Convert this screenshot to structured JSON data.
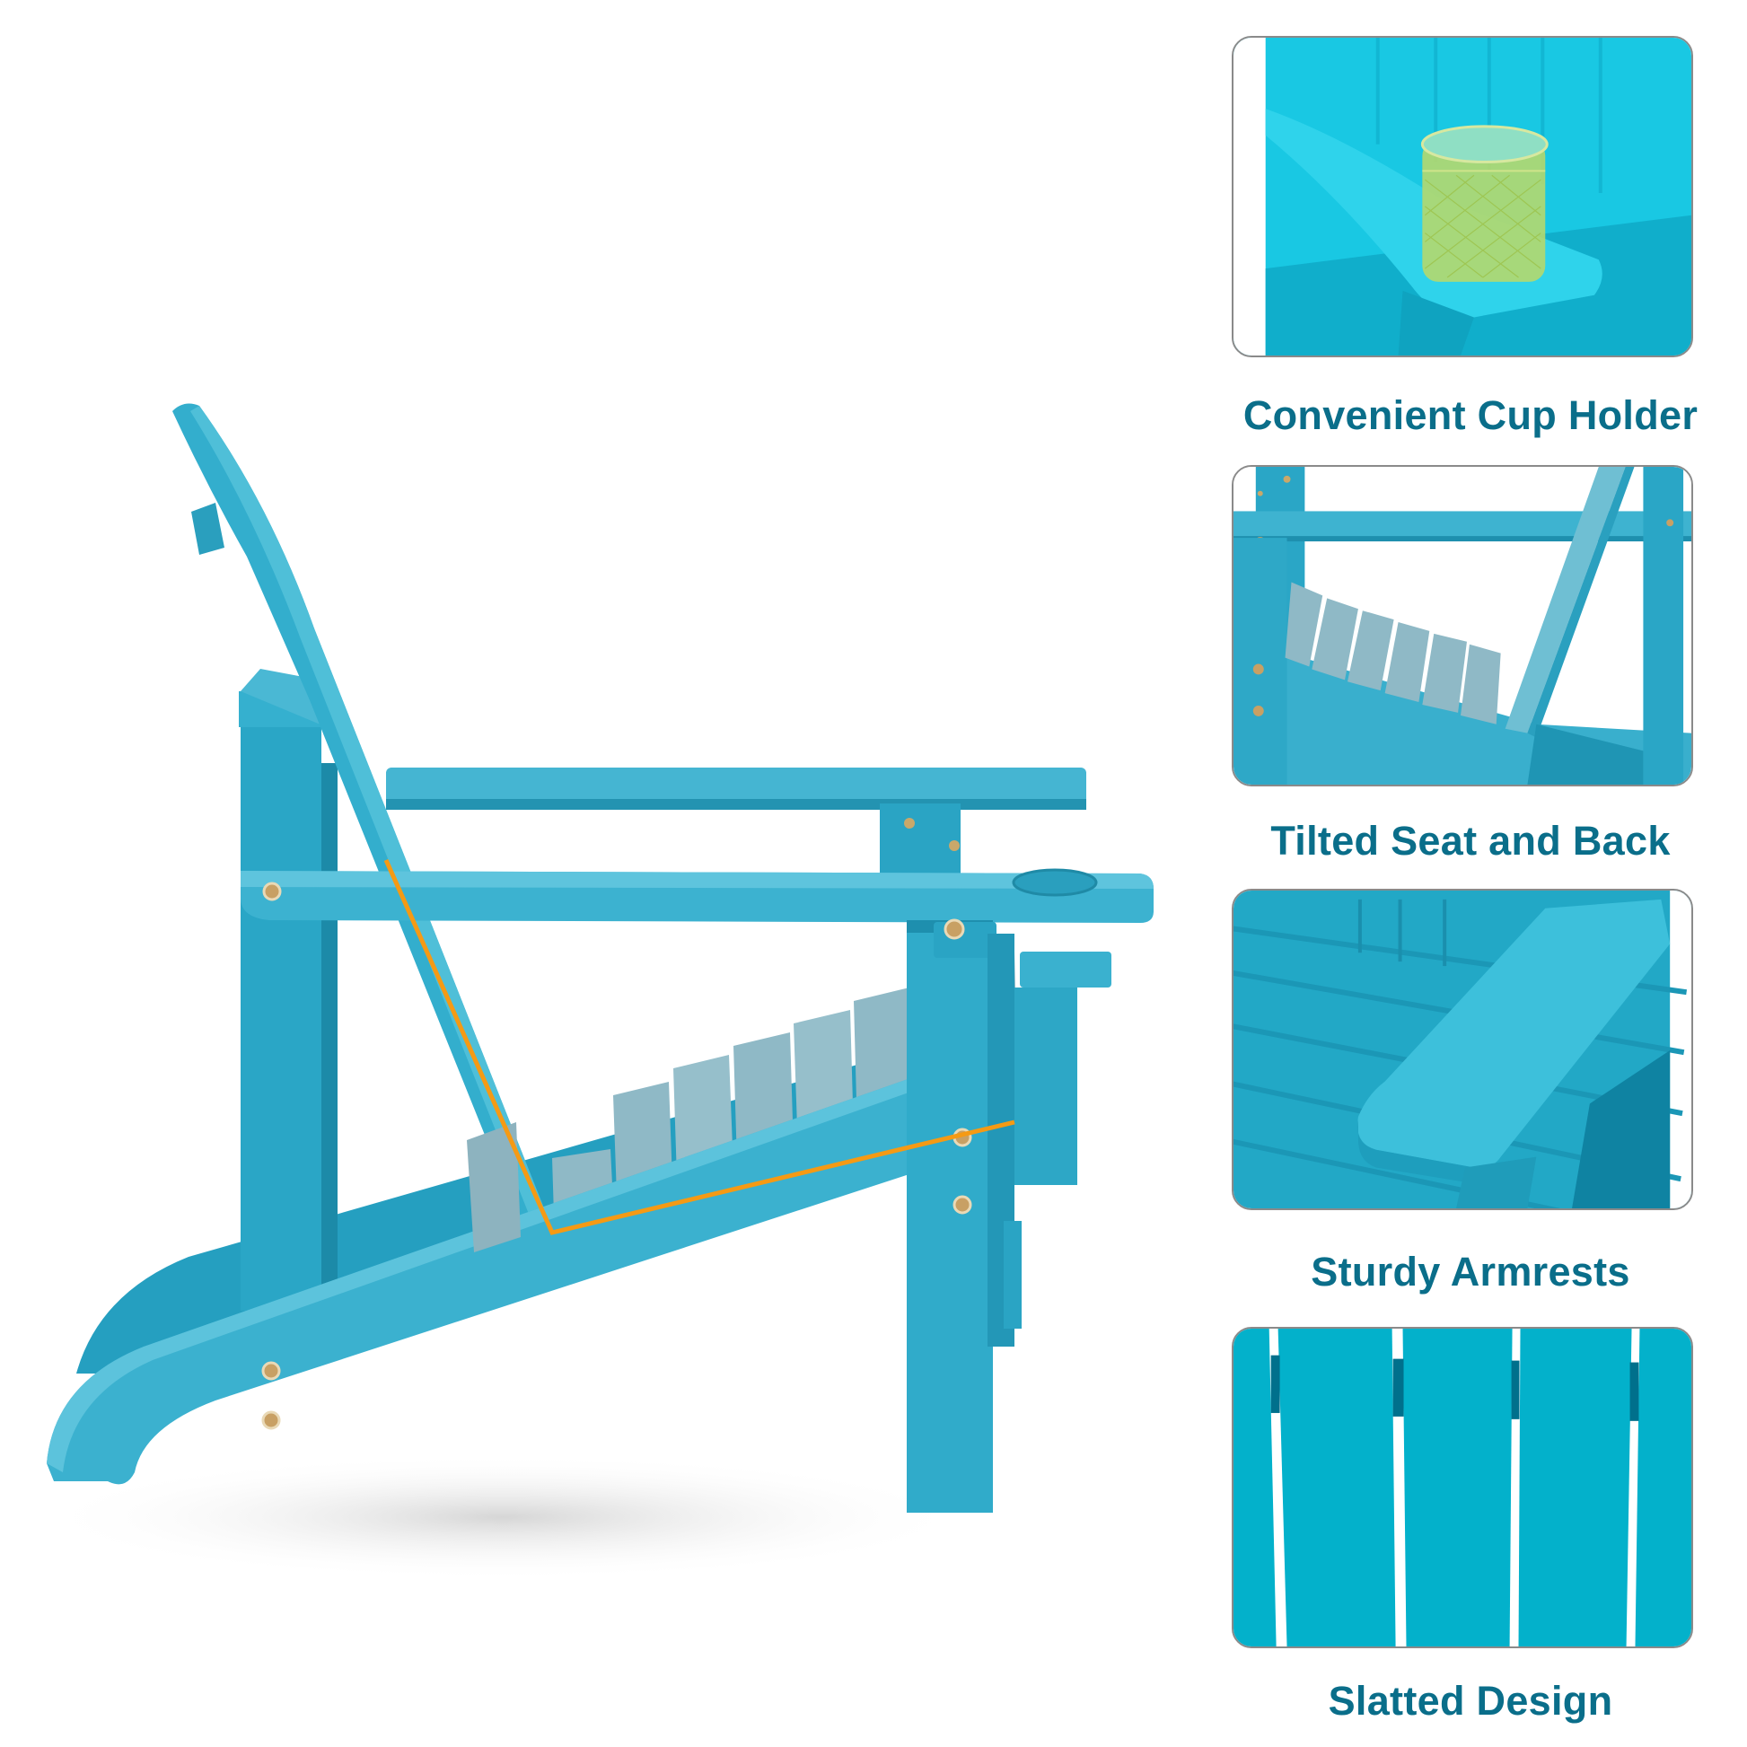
{
  "theme": {
    "caption_color": "#0a6e8a",
    "chair_color": "#29a9c9",
    "chair_shade": "#1e8fae",
    "chair_light": "#4fbfd8",
    "seat_slat_color": "#8fb9c6",
    "angle_line_color": "#f59a14",
    "panel_border": "#8a8a8a",
    "bright_cyan": "#19c8e3"
  },
  "main_image": {
    "subject": "adirondack-chair-side-view",
    "annotation": "seat-back-angle-line"
  },
  "features": [
    {
      "id": "cup-holder",
      "caption": "Convenient Cup Holder",
      "image": "cup-holder-closeup-with-green-glass"
    },
    {
      "id": "tilted-seat",
      "caption": "Tilted Seat and Back",
      "image": "tilted-seat-closeup"
    },
    {
      "id": "armrests",
      "caption": "Sturdy Armrests",
      "image": "armrest-closeup"
    },
    {
      "id": "slatted",
      "caption": "Slatted Design",
      "image": "backrest-slats-closeup"
    }
  ]
}
